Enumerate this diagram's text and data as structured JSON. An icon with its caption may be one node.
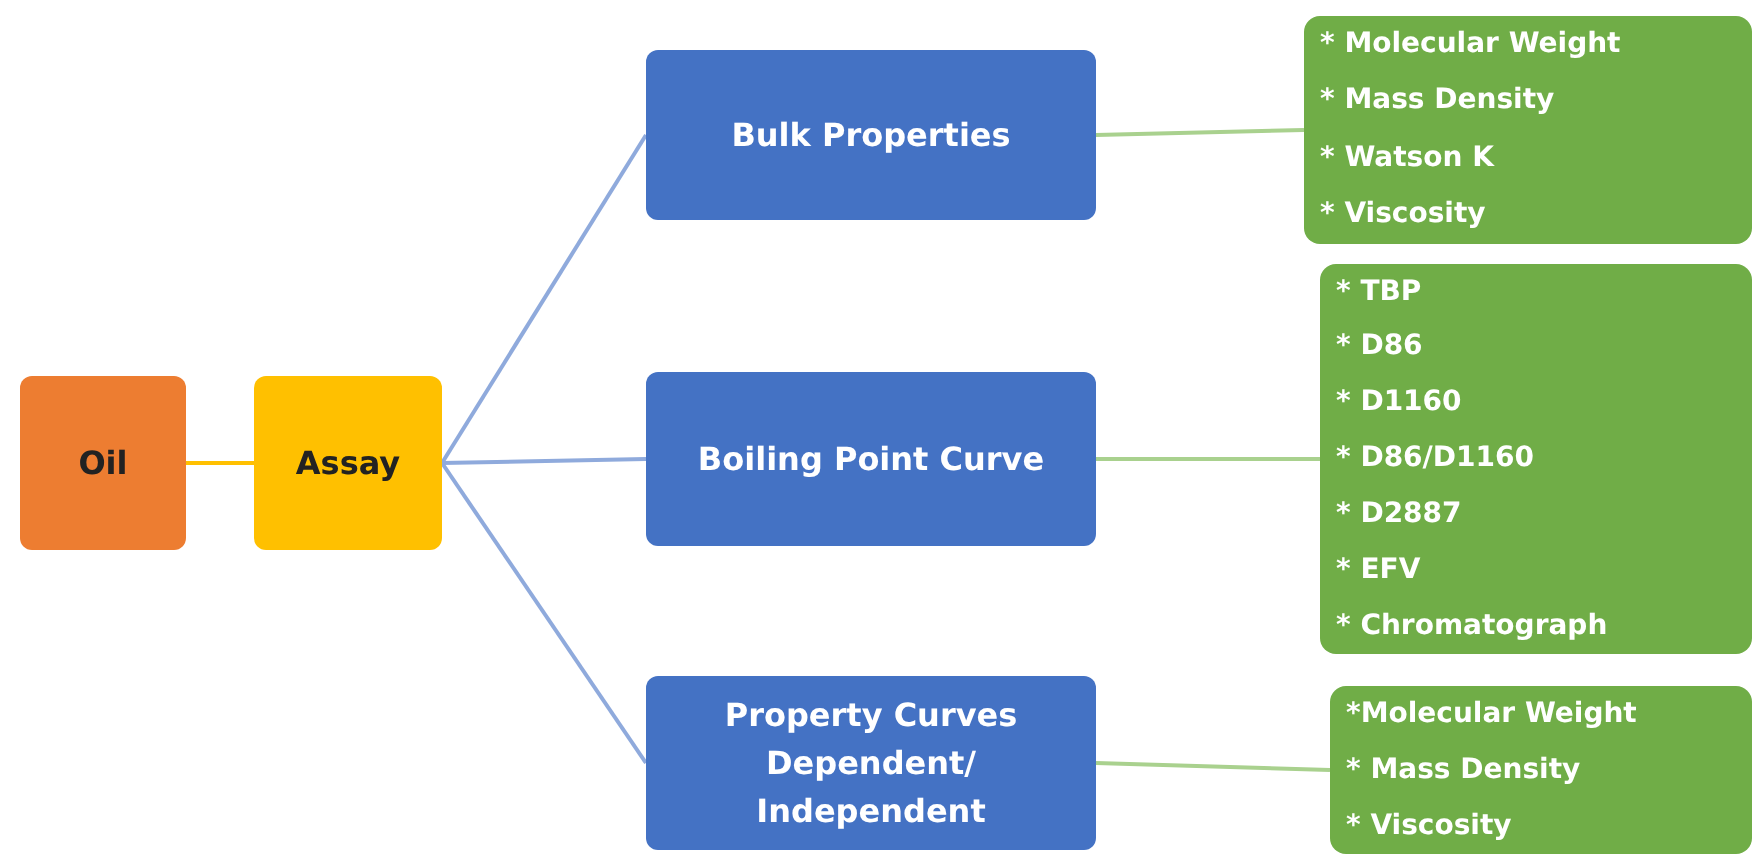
{
  "diagram": {
    "nodes": [
      {
        "text": [
          "Oil"
        ]
      },
      {
        "text": [
          "Assay"
        ]
      },
      {
        "text": [
          "Bulk Properties"
        ]
      },
      {
        "text": [
          "Boiling Point Curve"
        ]
      },
      {
        "text": [
          "Property Curves Dependent/ Independent"
        ]
      },
      {
        "text": [
          "* Molecular Weight",
          "* Mass Density",
          "* Watson K",
          "* Viscosity"
        ]
      },
      {
        "text": [
          "* TBP",
          "* D86",
          "* D1160",
          "* D86/D1160",
          "* D2887",
          "* EFV",
          "* Chromatograph"
        ]
      },
      {
        "text": [
          "*Molecular Weight",
          "* Mass Density",
          "* Viscosity"
        ]
      }
    ],
    "edges": [
      {
        "from": 0,
        "to": 1,
        "arrow": "none",
        "color": "#ffc000"
      },
      {
        "from": 1,
        "to": 2,
        "arrow": "none"
      },
      {
        "from": 1,
        "to": 3,
        "arrow": "none"
      },
      {
        "from": 1,
        "to": 4,
        "arrow": "none"
      },
      {
        "from": 2,
        "to": 5,
        "arrow": "none",
        "color": "#a9d18e"
      },
      {
        "from": 3,
        "to": 6,
        "arrow": "none",
        "color": "#a9d18e"
      },
      {
        "from": 4,
        "to": 7,
        "arrow": "none",
        "color": "#a9d18e"
      }
    ]
  }
}
